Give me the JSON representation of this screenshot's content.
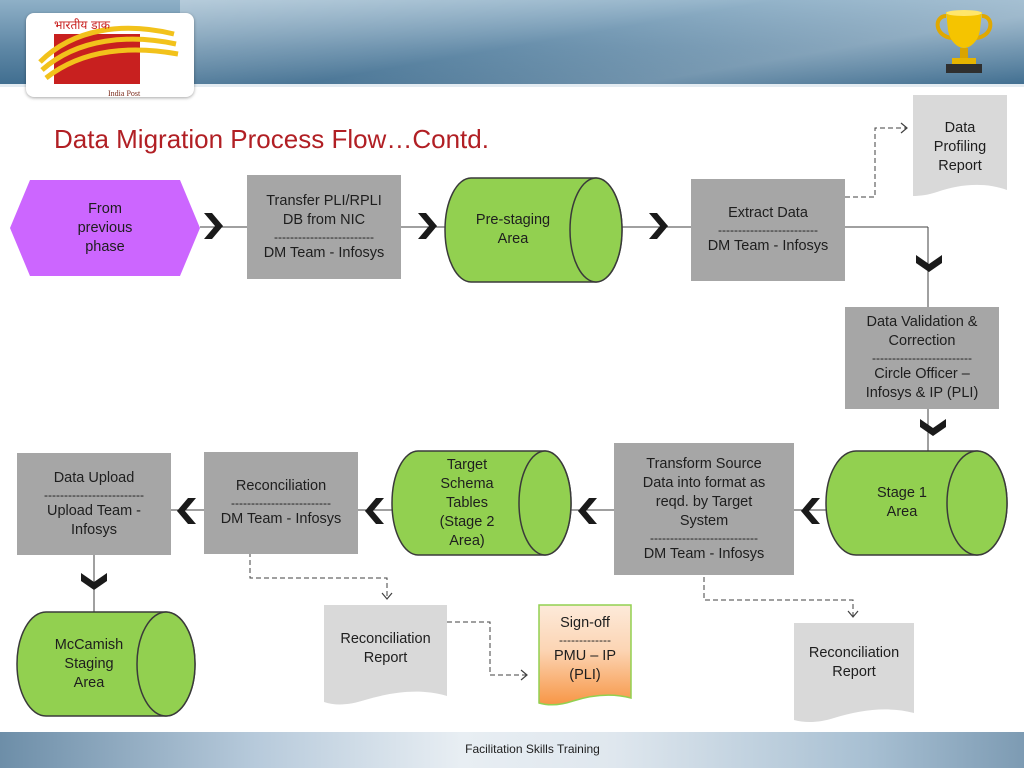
{
  "slide": {
    "title": "Data Migration Process Flow…Contd.",
    "footer": "Facilitation Skills Training"
  },
  "logo": {
    "hindi_text": "भारतीय डाक",
    "name": "India Post"
  },
  "colors": {
    "title": "#b11f24",
    "process_box": "#a6a6a6",
    "cylinder": "#92d050",
    "start_hexagon": "#cc66ff",
    "document": "#d9d9d9",
    "signoff_top": "#fdeada",
    "signoff_bottom": "#f79646"
  },
  "flow": {
    "start": {
      "lines": [
        "From",
        "previous",
        "phase"
      ]
    },
    "transfer": {
      "title": [
        "Transfer PLI/RPLI",
        "DB from NIC"
      ],
      "sep": "-------------------------",
      "owner": [
        "DM Team - Infosys"
      ]
    },
    "prestaging": {
      "lines": [
        "Pre-staging",
        "Area"
      ]
    },
    "extract": {
      "title": [
        "Extract Data"
      ],
      "sep": "-------------------------",
      "owner": [
        "DM Team - Infosys"
      ]
    },
    "profiling_report": {
      "lines": [
        "Data",
        "Profiling",
        "Report"
      ]
    },
    "validation": {
      "title": [
        "Data Validation &",
        "Correction"
      ],
      "sep": "-------------------------",
      "owner": [
        "Circle Officer –",
        "Infosys & IP (PLI)"
      ]
    },
    "stage1": {
      "lines": [
        "Stage 1",
        "Area"
      ]
    },
    "transform": {
      "title": [
        "Transform  Source",
        "Data into format as",
        "reqd. by Target",
        "System"
      ],
      "sep": "---------------------------",
      "owner": [
        "DM Team - Infosys"
      ]
    },
    "transform_report": {
      "lines": [
        "Reconciliation",
        "Report"
      ]
    },
    "target_schema": {
      "lines": [
        "Target",
        "Schema",
        "Tables",
        "(Stage 2",
        "Area)"
      ]
    },
    "reconciliation": {
      "title": [
        "Reconciliation"
      ],
      "sep": "-------------------------",
      "owner": [
        "DM Team - Infosys"
      ]
    },
    "recon_report": {
      "lines": [
        "Reconciliation",
        "Report"
      ]
    },
    "signoff": {
      "title": [
        "Sign-off"
      ],
      "sep": "-------------",
      "owner": [
        "PMU – IP",
        "(PLI)"
      ]
    },
    "upload": {
      "title": [
        "Data Upload"
      ],
      "sep": "-------------------------",
      "owner": [
        "Upload Team -",
        "Infosys"
      ]
    },
    "mccamish": {
      "lines": [
        "McCamish",
        "Staging",
        "Area"
      ]
    }
  }
}
